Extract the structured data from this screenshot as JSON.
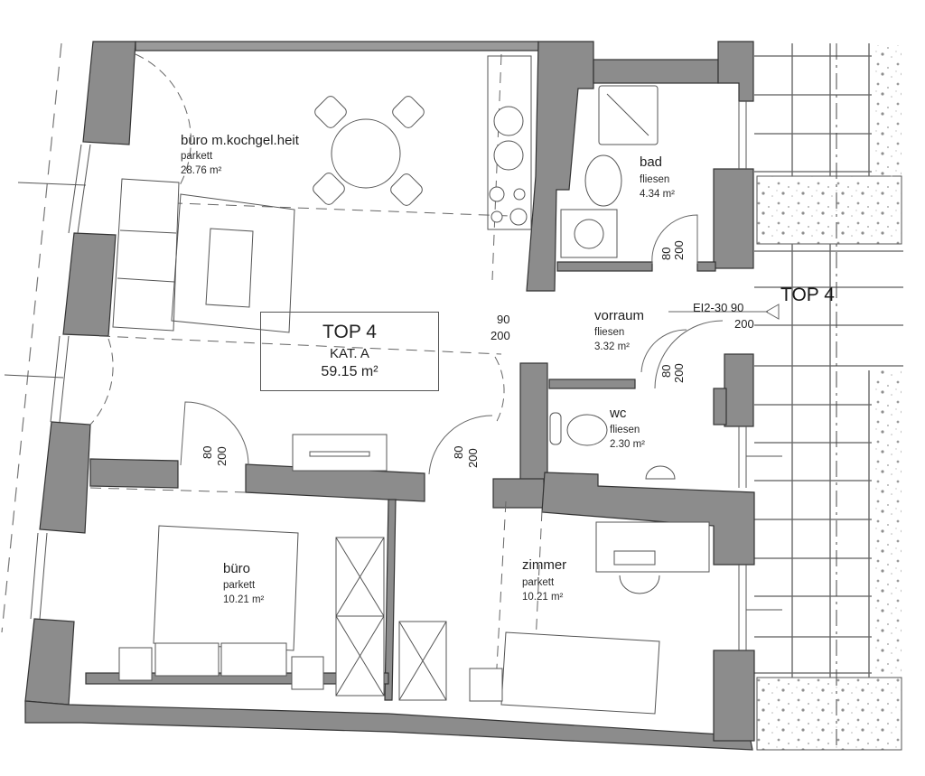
{
  "plan": {
    "unit": {
      "title": "TOP 4",
      "category": "KAT. A",
      "total_area": "59.15 m²"
    },
    "corridor_label": "TOP 4",
    "rooms": [
      {
        "name": "büro m.kochgel.heit",
        "floor": "parkett",
        "area": "28.76 m²"
      },
      {
        "name": "bad",
        "floor": "fliesen",
        "area": "4.34 m²"
      },
      {
        "name": "vorraum",
        "floor": "fliesen",
        "area": "3.32 m²"
      },
      {
        "name": "wc",
        "floor": "fliesen",
        "area": "2.30 m²"
      },
      {
        "name": "büro",
        "floor": "parkett",
        "area": "10.21 m²"
      },
      {
        "name": "zimmer",
        "floor": "parkett",
        "area": "10.21 m²"
      }
    ],
    "doors": [
      {
        "id": "bad-door",
        "width": "80",
        "height": "200"
      },
      {
        "id": "living-door",
        "width": "90",
        "height": "200"
      },
      {
        "id": "entrance-door",
        "label": "EI2-30 90",
        "height": "200"
      },
      {
        "id": "wc-door",
        "width": "80",
        "height": "200"
      },
      {
        "id": "buero-door",
        "width": "80",
        "height": "200"
      },
      {
        "id": "zimmer-door",
        "width": "80",
        "height": "200"
      }
    ],
    "colors": {
      "wall": "#8c8c8c",
      "wall_edge": "#333333",
      "line": "#555555",
      "terrace_dots": "#9a9a9a"
    }
  }
}
